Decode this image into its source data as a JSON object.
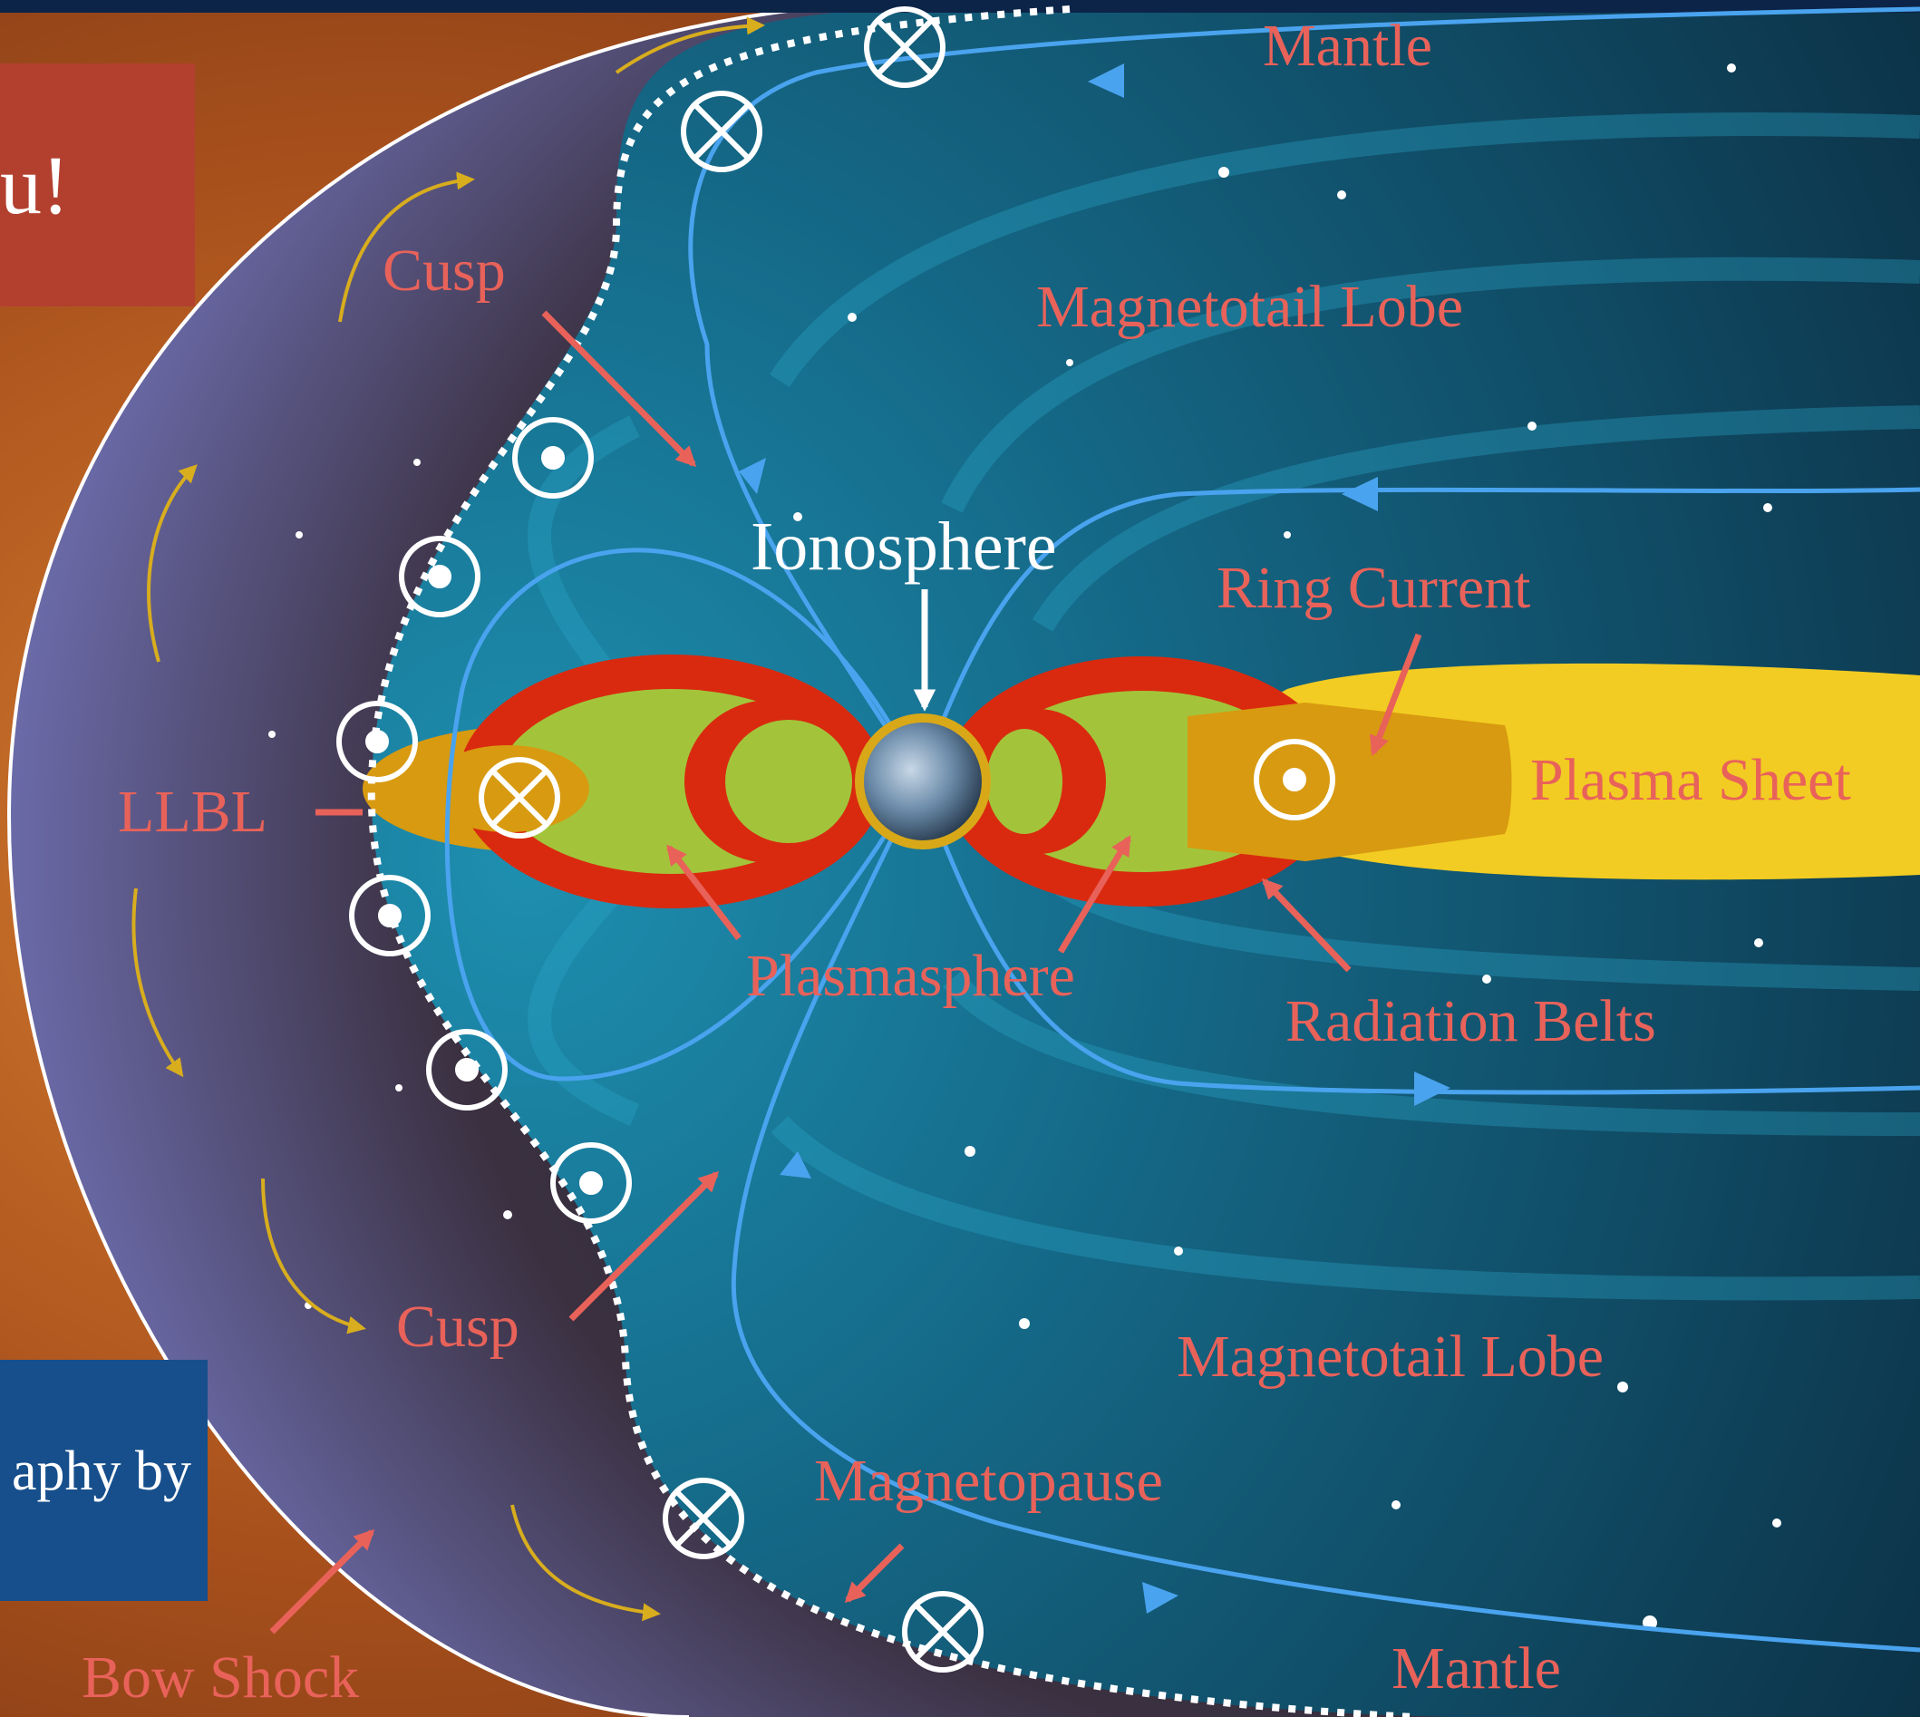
{
  "overlays": {
    "thanks_fragment": "u!",
    "credit_fragment": "aphy by"
  },
  "labels": {
    "mantle_top": "Mantle",
    "cusp_top": "Cusp",
    "magnetotail_lobe_top": "Magnetotail Lobe",
    "ionosphere": "Ionosphere",
    "ring_current": "Ring Current",
    "plasma_sheet": "Plasma Sheet",
    "llbl": "LLBL",
    "plasmasphere": "Plasmasphere",
    "radiation_belts": "Radiation Belts",
    "cusp_bottom": "Cusp",
    "magnetotail_lobe_bottom": "Magnetotail Lobe",
    "magnetopause": "Magnetopause",
    "bow_shock": "Bow Shock",
    "mantle_bottom": "Mantle"
  },
  "colors": {
    "label_red": "#e8625a",
    "label_white": "#ffffff",
    "field_line_blue": "#4aa3ee",
    "plasma_yellow": "#f2cc22",
    "belt_red": "#d92a10",
    "belt_green": "#a3c43a",
    "flow_arrow": "#d8ad1e",
    "thanks_box": "#b3402f",
    "credit_box": "#174f8c"
  },
  "icons": {
    "into_page": "circle-cross-icon",
    "out_of_page": "circle-dot-icon"
  }
}
